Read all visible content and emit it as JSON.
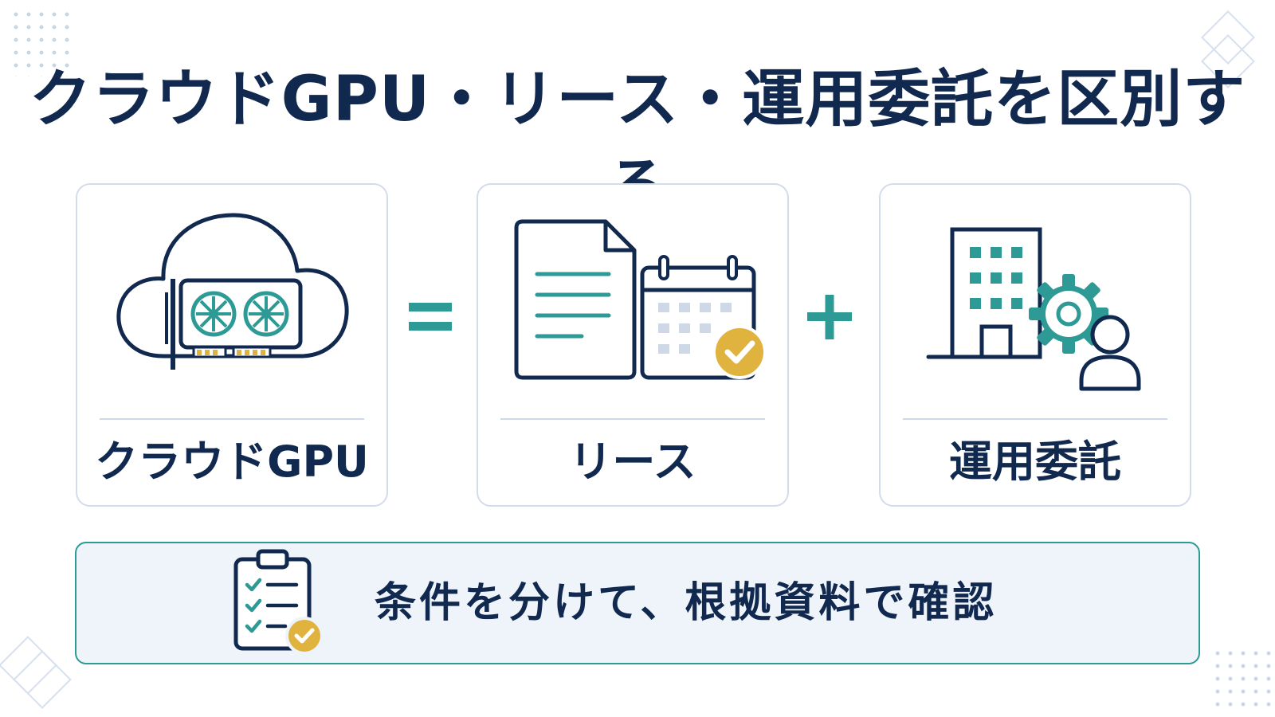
{
  "title": "クラウドGPU・リース・運用委託を区別する",
  "colors": {
    "navy": "#11284f",
    "teal": "#2d9a95",
    "gold": "#e0b23e",
    "card_border": "#d3dceb",
    "banner_bg": "#eef4fa"
  },
  "cards": [
    {
      "label": "クラウドGPU",
      "icon": "cloud-gpu-icon"
    },
    {
      "label": "リース",
      "icon": "document-calendar-icon"
    },
    {
      "label": "運用委託",
      "icon": "building-gear-person-icon"
    }
  ],
  "operators": [
    {
      "symbol": "equals",
      "icon": "equals-icon"
    },
    {
      "symbol": "plus",
      "icon": "plus-icon"
    }
  ],
  "banner": {
    "text": "条件を分けて、根拠資料で確認",
    "icon": "clipboard-checklist-icon"
  }
}
